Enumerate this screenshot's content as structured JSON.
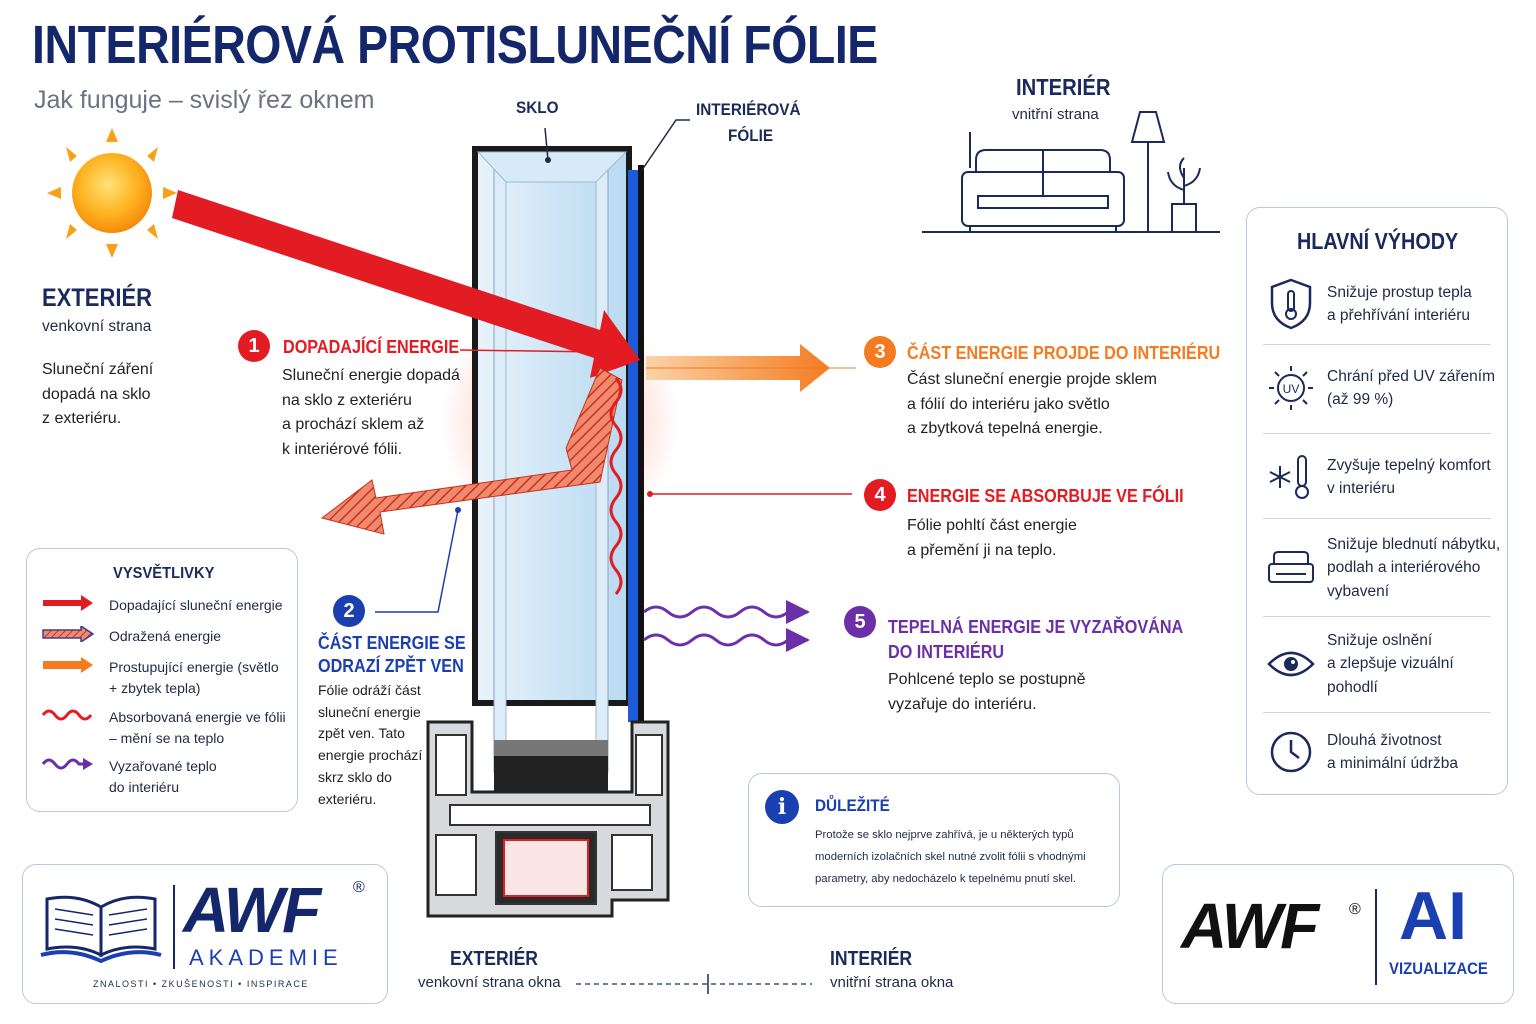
{
  "header": {
    "title": "INTERIÉROVÁ PROTISLUNEČNÍ FÓLIE",
    "subtitle": "Jak funguje – svislý řez oknem"
  },
  "labels": {
    "glass": "SKLO",
    "film_line1": "INTERIÉROVÁ",
    "film_line2": "FÓLIE"
  },
  "exterior": {
    "title": "EXTERIÉR",
    "subtitle": "venkovní strana",
    "text_lines": [
      "Sluneční záření",
      "dopadá na sklo",
      "z exteriéru."
    ]
  },
  "interior": {
    "title": "INTERIÉR",
    "subtitle": "vnitřní strana"
  },
  "steps": [
    {
      "num": "1",
      "title": "DOPADAJÍCÍ ENERGIE",
      "color": "#e31b23",
      "lines": [
        "Sluneční energie dopadá",
        "na sklo z exteriéru",
        "a prochází sklem až",
        "k interiérové fólii."
      ]
    },
    {
      "num": "2",
      "title_lines": [
        "ČÁST ENERGIE SE",
        "ODRAZÍ ZPĚT VEN"
      ],
      "color": "#1a3fb0",
      "lines": [
        "Fólie odráží část",
        "sluneční energie",
        "zpět ven. Tato",
        "energie prochází",
        "skrz sklo do",
        "exteriéru."
      ]
    },
    {
      "num": "3",
      "title": "ČÁST ENERGIE PROJDE DO INTERIÉRU",
      "color": "#f47b20",
      "lines": [
        "Část sluneční energie projde sklem",
        "a fólií do interiéru jako světlo",
        "a zbytková tepelná energie."
      ]
    },
    {
      "num": "4",
      "title": "ENERGIE SE ABSORBUJE VE FÓLII",
      "color": "#e31b23",
      "lines": [
        "Fólie pohltí část energie",
        "a přemění ji na teplo."
      ]
    },
    {
      "num": "5",
      "title_lines": [
        "TEPELNÁ ENERGIE JE VYZAŘOVÁNA",
        "DO INTERIÉRU"
      ],
      "color": "#6b2fa8",
      "lines": [
        "Pohlcené teplo se postupně",
        "vyzařuje do interiéru."
      ]
    }
  ],
  "legend": {
    "title": "VYSVĚTLIVKY",
    "items": [
      {
        "icon": "red-arrow-icon",
        "lines": [
          "Dopadající sluneční energie"
        ]
      },
      {
        "icon": "hatched-arrow-icon",
        "lines": [
          "Odražená energie"
        ]
      },
      {
        "icon": "orange-arrow-icon",
        "lines": [
          "Prostupující energie (světlo",
          "+ zbytek tepla)"
        ]
      },
      {
        "icon": "red-wave-icon",
        "lines": [
          "Absorbovaná energie ve fólii",
          "– mění se na teplo"
        ]
      },
      {
        "icon": "purple-wave-arrow-icon",
        "lines": [
          "Vyzařované teplo",
          "do interiéru"
        ]
      }
    ]
  },
  "benefits": {
    "title": "HLAVNÍ VÝHODY",
    "items": [
      {
        "icon": "thermometer-shield-icon",
        "lines": [
          "Snižuje prostup tepla",
          "a přehřívání interiéru"
        ]
      },
      {
        "icon": "uv-sun-icon",
        "lines": [
          "Chrání před UV zářením",
          "(až 99 %)"
        ]
      },
      {
        "icon": "snowflake-thermometer-icon",
        "lines": [
          "Zvyšuje tepelný komfort",
          "v interiéru"
        ]
      },
      {
        "icon": "sofa-icon",
        "lines": [
          "Snižuje blednutí nábytku,",
          "podlah a interiérového",
          "vybavení"
        ]
      },
      {
        "icon": "eye-icon",
        "lines": [
          "Snižuje oslnění",
          "a zlepšuje vizuální",
          "pohodlí"
        ]
      },
      {
        "icon": "clock-icon",
        "lines": [
          "Dlouhá životnost",
          "a minimální údržba"
        ]
      }
    ]
  },
  "important": {
    "title": "DŮLEŽITÉ",
    "lines": [
      "Protože se sklo nejprve zahřívá, je u některých typů",
      "moderních izolačních skel nutné zvolit fólii s vhodnými",
      "parametry, aby nedocházelo k tepelnému pnutí skel."
    ]
  },
  "bottom": {
    "ext_title": "EXTERIÉR",
    "ext_sub": "venkovní strana okna",
    "int_title": "INTERIÉR",
    "int_sub": "vnitřní strana okna"
  },
  "logo_left": {
    "brand": "AWF",
    "reg": "®",
    "name": "AKADEMIE",
    "tagline": "ZNALOSTI  •  ZKUŠENOSTI  •  INSPIRACE"
  },
  "logo_right": {
    "brand": "AWF",
    "reg": "®",
    "ai": "AI",
    "name": "VIZUALIZACE"
  },
  "colors": {
    "navy": "#14276b",
    "red": "#e31b23",
    "orange": "#f47b20",
    "purple": "#6b2fa8",
    "blue": "#1a3fb0",
    "film": "#1e5bd8"
  }
}
